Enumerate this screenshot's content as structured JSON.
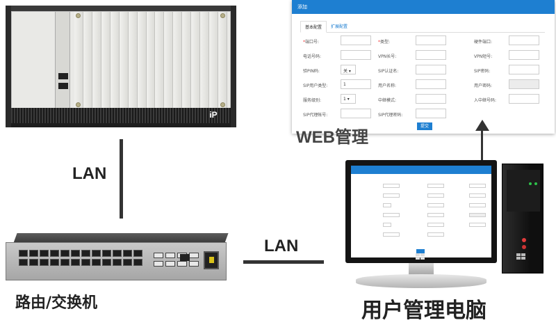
{
  "connections": {
    "chassis_to_switch": "LAN",
    "switch_to_pc": "LAN"
  },
  "labels": {
    "web_management": "WEB管理",
    "router_switch": "路由/交换机",
    "user_pc": "用户管理电脑"
  },
  "chassis": {
    "logo": "iP"
  },
  "dialog": {
    "title": "添加",
    "tabs": [
      "基本配置",
      "扩展配置"
    ],
    "fields": {
      "port_label": "端口号:",
      "type_label": "类型:",
      "hw_port_label": "硬件端口:",
      "phone_label": "电话号码:",
      "vpn_long_label": "VPN长号:",
      "vpn_short_label": "VPN短号:",
      "pin_label": "验PIN码:",
      "pin_value": "关",
      "sip_auth_label": "SIP认证名:",
      "sip_pwd_label": "SIP密码:",
      "sip_user_type_label": "SIP用户类型:",
      "sip_user_type_value": "1",
      "user_name_label": "用户名称:",
      "user_pwd_label": "用户密码:",
      "service_level_label": "服务级别:",
      "service_level_value": "1",
      "relay_mode_label": "中继模式:",
      "relay_number_label": "入中继号码:",
      "sip_proxy_acct_label": "SIP代理帐号:",
      "sip_proxy_pwd_label": "SIP代理密码:"
    },
    "submit_label": "提交"
  },
  "colors": {
    "accent": "#1e7fd1",
    "line": "#333333"
  }
}
